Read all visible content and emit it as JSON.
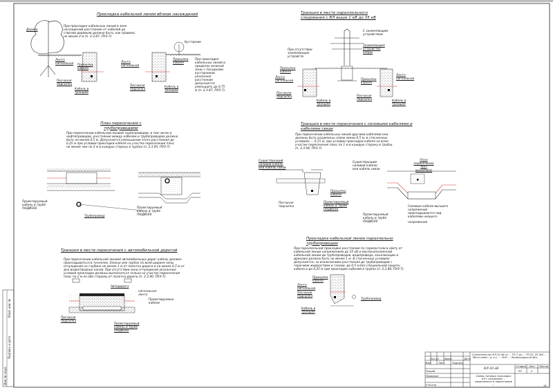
{
  "sections": {
    "trees": {
      "title": "Прокладка кабельной линии вблизи насаждений",
      "note1": "При прокладке кабельных линий в зоне насаждений расстояние от кабелей до стволов деревьев должно быть, как правило, не менее 2 м (п. 2.3.87, ПУЭ-7).",
      "note2": "При прокладке кабельных линий в пределах зеленой зоны с посадками кустарников указанное расстояние допускается уменьшить до 0,75 м (п. 2.3.87, ПУЭ-7).",
      "tree": "Дерево",
      "shrub": "Кустарник",
      "tape": "Лента сигнальная",
      "backfill": "Присыпка кабеля",
      "sand": "Песчаная подсыпка",
      "cable": "Кабель в траншее"
    },
    "overhead": {
      "title": "Траншея в месте параллельного следования с ВЛ выше 1 кВ до 35 кВ",
      "with_ground": "С заземляющим устройством",
      "pole_ground": "Заземляющее устройство опоры",
      "without_ground": "При отсутствии заземляющих устройств",
      "backfill": "Присыпка кабеля",
      "tape": "Лента сигнальная",
      "sand": "Песчаная подсыпка",
      "cable": "Кабель в траншее"
    },
    "pipes_plan": {
      "title": "План пересечения с трубопроводами",
      "note": "При пересечении кабельной линией трубопроводов, в том числе и нефтепроводов, расстояние между кабелем и трубопроводом должно быть не менее 0,5 м. Допускается уменьшение этого расстояния до 0,25 м при условии прокладки кабеля на участке пересечения плюс не менее чем по 2 м в каждую сторону в трубах (п. 2.3.95, ПУЭ-7).",
      "designed_cable": "Проектируемый кабель в трубе ПНДØ160",
      "pipeline": "Трубопровод"
    },
    "cable_cross": {
      "title": "Траншея в месте пересечения с силовыми кабелями и кабелями связи",
      "note": "При пересечении кабельных линий другими кабелями они должны быть разделены слоем земли 0,5 м, в стесненных условиях — 0,15 м, при условии прокладки кабеля на всем участке пересечения плюс по 1 м в каждую сторону в трубах (п. 2.3.94, ПУЭ-7).",
      "existing": "Существующий силовой кабель или кабель связи",
      "existing2": "Существующие силовой кабели или кабель связи",
      "backfill": "Присыпка кабеля",
      "sand": "Песчаная подсыпка",
      "designed_cable": "Проектируемый кабель в трубе ПНДØ160",
      "plan": "План пересечения (без масштаба)",
      "hv_note": "Силовые кабели высшего напряжения прокладываются под кабелями низшего",
      "hv_note2": "напряжения"
    },
    "road": {
      "title": "Траншея в месте пересечения с автомобильной дорогой",
      "note": "При пересечении кабельной линией автомобильных дорог кабель должен прокладываться в туннелях, блоках или трубах по всей ширине зоны отчуждения на глубине не менее 1 м от полотна дороги и не менее 0,5 м от дна водоотводных канав. При отсутствии зоны отчуждения указанные условия прокладки должны выполняться только на участке пересечения плюс по 2 м по обе стороны от полотна дороги (п. 2.3.90, ПУЭ-7).",
      "road_label": "Автодорога",
      "tape": "сигнальная лента",
      "cables": "Проектируемые кабели",
      "sand": "Песчаная подсыпка",
      "designed_cable": "Проектируемый кабель в трубе ПНДØ160"
    },
    "parallel": {
      "title": "Прокладка кабельной линии параллельно трубопроводам",
      "note": "При параллельной прокладке расстояние по горизонтали в свету от кабельной линии напряжением до 35 кВ и маслонаполненной кабельной линии до трубопроводов, водопровода, канализации и дренажа должно быть не менее 1 м. В стесненных условиях допускается, за исключением расстояния до трубопроводов с горючими жидкостями и газами, до 0,5 м без специальной защиты кабеля и до 0,25 м при прокладке кабелей в трубах (п. 2.3.88, ПУЭ-7).",
      "backfill": "Присыпка кабеля",
      "tape": "Лента сигнальная",
      "sand": "Песчаная подсыпка",
      "pipeline": "Трубопровод",
      "cable": "Кабель в траншее"
    }
  },
  "title_block": {
    "project": "Строительство КЛ-10 кВ от ... ТП-7 до ... ТП-22, ПС №3 ... \"Восточная\", д. п.х. ... ЛНП ... Ленинградской обл.",
    "code": "КЛ-10 кВ",
    "stage_h": "Стадия",
    "sheet_h": "Лист",
    "sheets_h": "Листов",
    "stage": "РП",
    "sheet": "2",
    "cols": [
      "Изм.",
      "Кол.уч",
      "Лист",
      "№док.",
      "Подпись",
      "Дата"
    ],
    "rows": [
      "Разраб.",
      "Проверил",
      "Н.Контр."
    ],
    "drawing_name": "Схемы типовых прокладок КЛ с указанием ... параллельно и пересечение ...",
    "page_num": "18"
  },
  "stamps": [
    "Инв. № подл.",
    "Подпись и дата",
    "Взам. инв. №"
  ],
  "colors": {
    "tape": "#d2322d",
    "line": "#111111"
  }
}
